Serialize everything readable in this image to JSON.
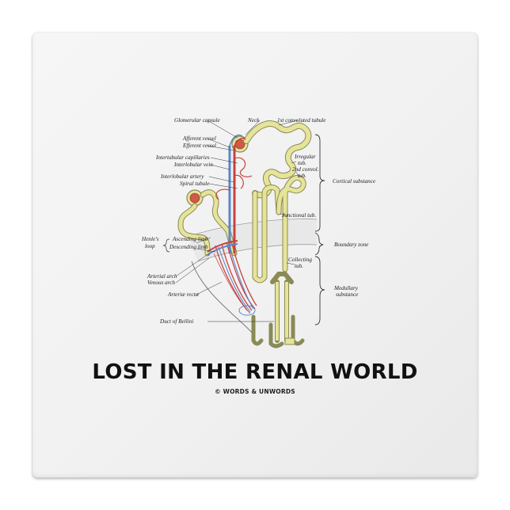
{
  "button": {
    "title": "LOST IN THE RENAL WORLD",
    "copyright": "© WORDS & UNWORDS"
  },
  "diagram_labels": {
    "glomerular_capsule": "Glomerular capsule",
    "neck": "Neck",
    "first_convoluted_tubule": "1st convoluted tubule",
    "afferent_vessel": "Afferent vessel",
    "efferent_vessel": "Efferent vessel",
    "intertubular_capillaries": "Intertubular capillaries",
    "interlobular_vein": "Interlobular vein",
    "interlobular_artery": "Interlobular artery",
    "spiral_tubule": "Spiral tubule",
    "irregular_tub_1": "Irregular",
    "irregular_tub_2": "tub.",
    "second_convol_1": "2nd convol.",
    "second_convol_2": "tub.",
    "cortical_substance": "Cortical substance",
    "junctional_tub": "Junctional tub.",
    "henles_loop_1": "Henle's",
    "henles_loop_2": "loop",
    "ascending_limb": "Ascending limb",
    "descending_limb": "Descending limb",
    "boundary_zone": "Boundary zone",
    "collecting_tub_1": "Collecting",
    "collecting_tub_2": "tub.",
    "arterial_arch": "Arterial arch",
    "venous_arch": "Venous arch",
    "medullary_substance_1": "Medullary",
    "medullary_substance_2": "substance",
    "arteriae_rectae": "Arteriæ rectæ",
    "duct_of_bellini": "Duct of Bellini"
  },
  "colors": {
    "tubule_fill": "#e6e49a",
    "tubule_stroke": "#8a8a55",
    "artery": "#c8413e",
    "vein": "#5a88c8",
    "glomerulus": "#cf5a4a"
  }
}
